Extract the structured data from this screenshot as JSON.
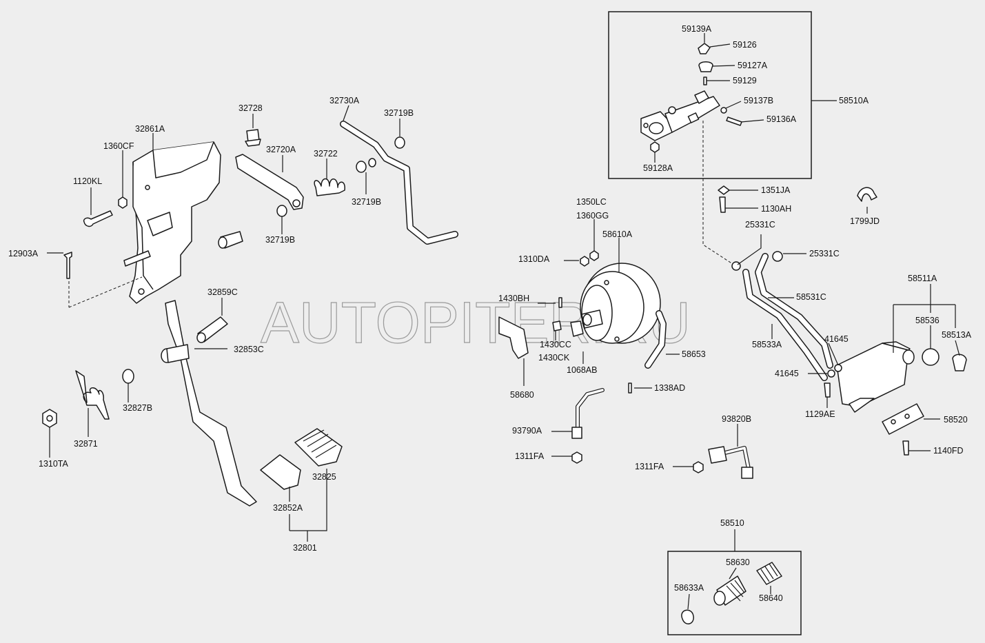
{
  "watermark": "AUTOPITER.RU",
  "labels": {
    "l59139A": "59139A",
    "l59126": "59126",
    "l59127A": "59127A",
    "l59129": "59129",
    "l59137B": "59137B",
    "l59136A": "59136A",
    "l59128A": "59128A",
    "l58510A": "58510A",
    "l32728": "32728",
    "l32730A": "32730A",
    "l32719B_a": "32719B",
    "l32861A": "32861A",
    "l1360CF": "1360CF",
    "l32720A": "32720A",
    "l32722": "32722",
    "l1120KL": "1120KL",
    "l32719B_b": "32719B",
    "l32719B_c": "32719B",
    "l12903A": "12903A",
    "l32859C": "32859C",
    "l32853C": "32853C",
    "l32827B": "32827B",
    "l32871": "32871",
    "l1310TA": "1310TA",
    "l32825": "32825",
    "l32852A": "32852A",
    "l32801": "32801",
    "l1350LC": "1350LC",
    "l1360GG": "1360GG",
    "l58610A": "58610A",
    "l1310DA": "1310DA",
    "l1430BH": "1430BH",
    "l1430CC": "1430CC",
    "l1430CK": "1430CK",
    "l1068AB": "1068AB",
    "l58653": "58653",
    "l58680": "58680",
    "l1338AD": "1338AD",
    "l93790A": "93790A",
    "l1311FA_a": "1311FA",
    "l1311FA_b": "1311FA",
    "l93820B": "93820B",
    "l1351JA": "1351JA",
    "l1130AH": "1130AH",
    "l1799JD": "1799JD",
    "l25331C_a": "25331C",
    "l25331C_b": "25331C",
    "l58531C": "58531C",
    "l58533A": "58533A",
    "l58511A": "58511A",
    "l58536": "58536",
    "l58513A": "58513A",
    "l41645_a": "41645",
    "l41645_b": "41645",
    "l1129AE": "1129AE",
    "l58520": "58520",
    "l1140FD": "1140FD",
    "l58510": "58510",
    "l58630": "58630",
    "l58633A": "58633A",
    "l58640": "58640"
  }
}
